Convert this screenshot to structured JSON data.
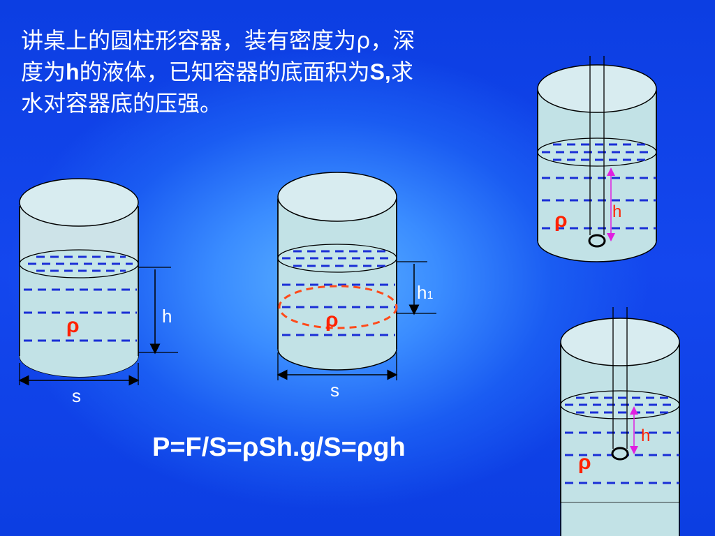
{
  "problem": {
    "line1": "讲桌上的圆柱形容器，装有密度为ρ，深",
    "line2_a": "度为",
    "line2_b": "h",
    "line2_c": "的液体，已知容器的底面积为",
    "line2_d": "S,",
    "line2_e": "求",
    "line3": "水对容器底的压强。"
  },
  "formula": "P=F/S=ρSh.g/S=ρgh",
  "labels": {
    "rho": "ρ",
    "h": "h",
    "h1_base": "h",
    "h1_sub": "1",
    "s": "s"
  },
  "colors": {
    "water": "#c7e7ec",
    "glass_top": "#cfe4ea",
    "dash": "#1a2fd6",
    "rho": "#ff2200",
    "h_arrow_pink": "#e020e0",
    "ellipse_red": "#ff4a1a",
    "white": "#ffffff"
  }
}
